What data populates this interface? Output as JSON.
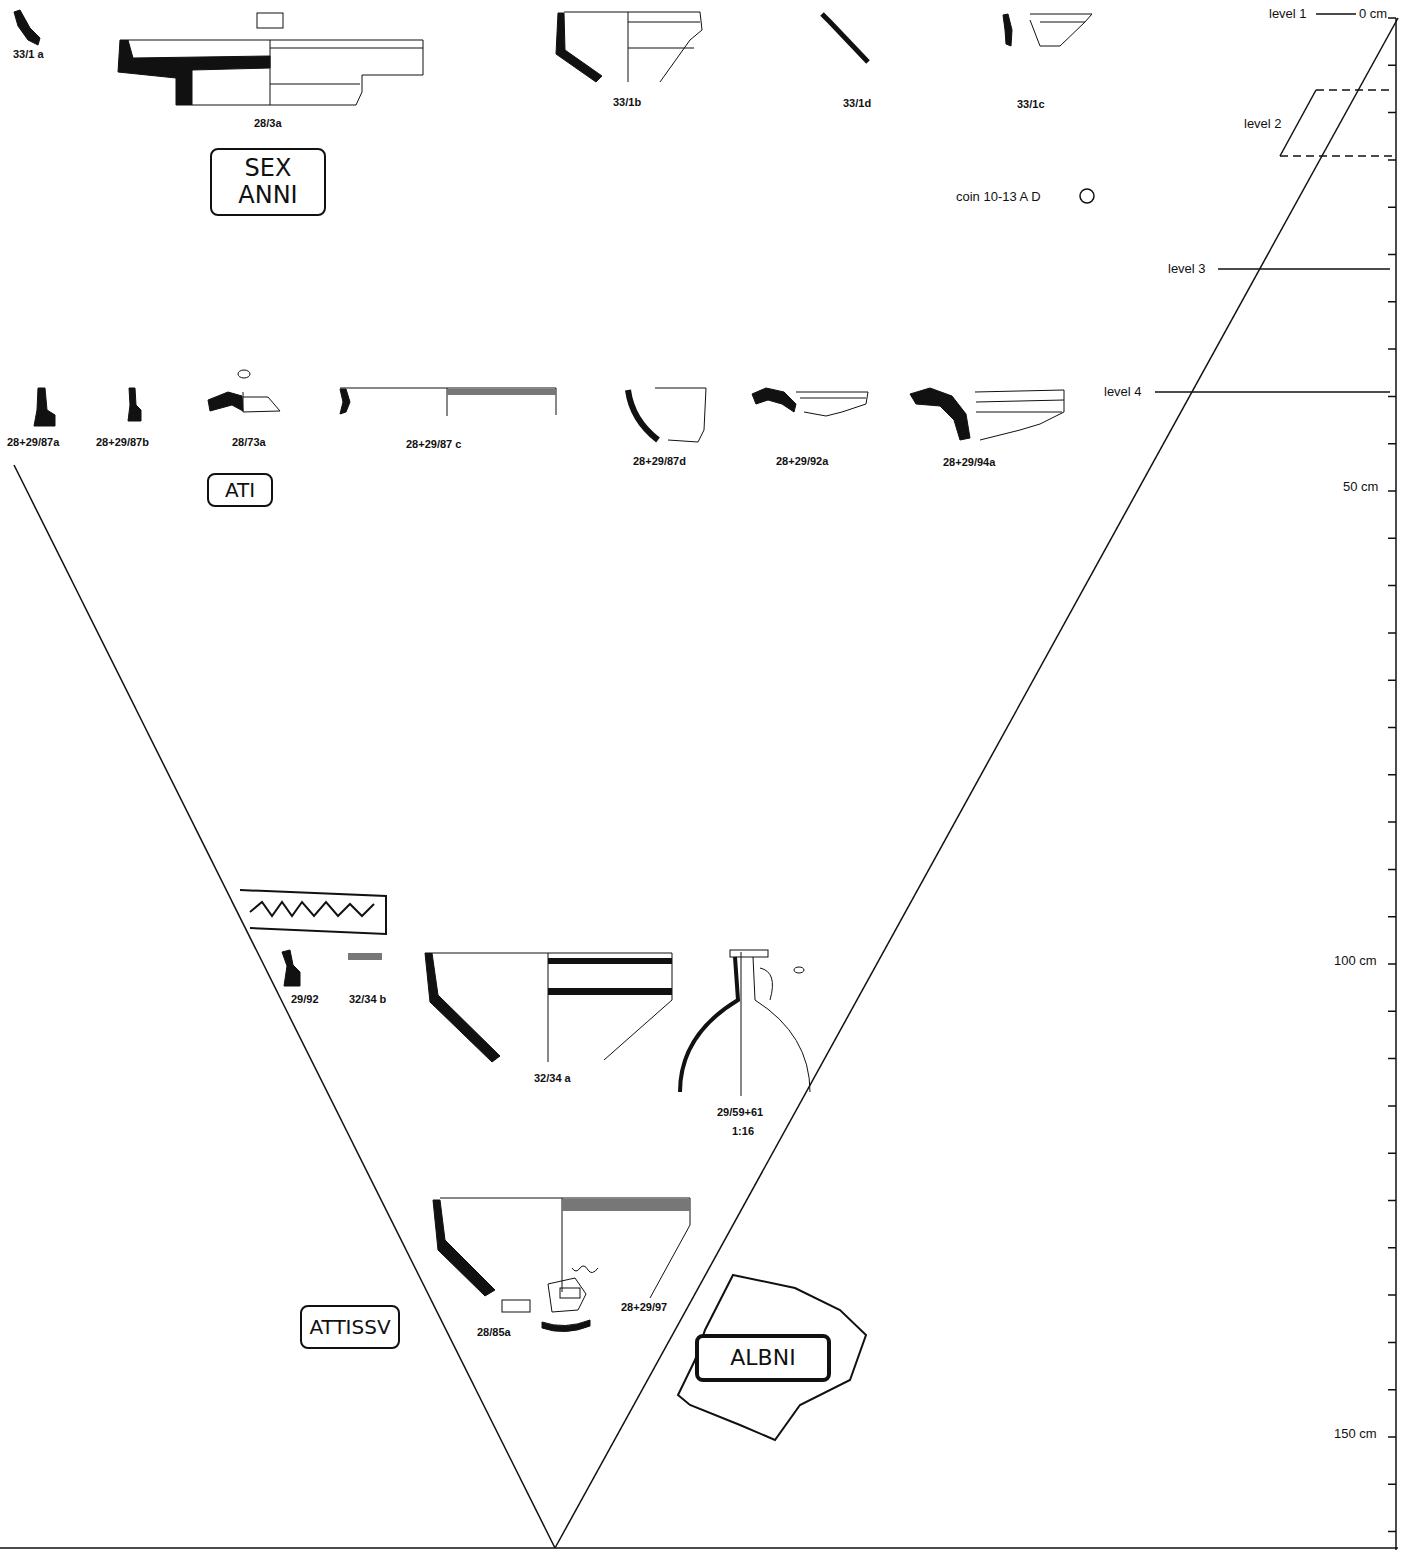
{
  "diagram": {
    "nodes": [
      {
        "text": [
          "SEX ANNI"
        ]
      },
      {
        "text": [
          "ATI"
        ]
      },
      {
        "text": [
          "ATTISSV"
        ]
      },
      {
        "text": [
          "ALBNI"
        ]
      }
    ],
    "labels": [
      "33/1 a",
      "28/3a",
      "33/1b",
      "33/1d",
      "33/1c",
      "level 1",
      "0 cm",
      "level 2",
      "coin 10-13 A D",
      "level 3",
      "level 4",
      "28+29/87a",
      "28+29/87b",
      "28/73a",
      "28+29/87 c",
      "28+29/87d",
      "28+29/92a",
      "28+29/94a",
      "50 cm",
      "29/92",
      "32/34 b",
      "32/34 a",
      "29/59+61",
      "1:16",
      "100 cm",
      "28/85a",
      "28+29/97",
      "150 cm"
    ]
  }
}
